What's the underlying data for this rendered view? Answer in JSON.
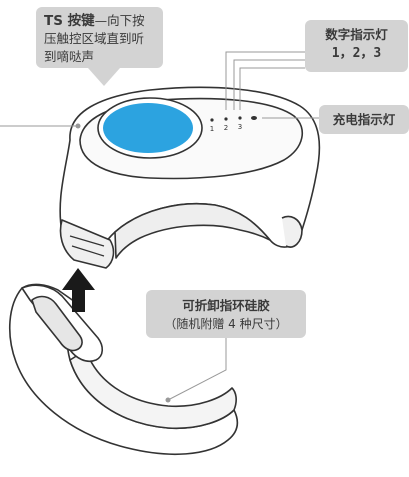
{
  "callouts": {
    "ts_button": {
      "title": "TS 按键",
      "dash": "—",
      "line1_rest": "向下按",
      "line2": "压触控区域直到听",
      "line3": "到嘀哒声"
    },
    "digit_indicators": {
      "line1": "数字指示灯",
      "line2": "1，2，3"
    },
    "charging_indicator": {
      "label": "充电指示灯"
    },
    "detachable_band": {
      "title": "可折卸指环硅胶",
      "subtitle": "（随机附赠 4 种尺寸）"
    }
  },
  "device_markings": {
    "led_labels": [
      "1",
      "2",
      "3"
    ]
  },
  "colors": {
    "touch_area": "#2ca3e0",
    "callout_bg": "#d3d3d3",
    "outline": "#333333",
    "arrow": "#1a1a1a"
  }
}
